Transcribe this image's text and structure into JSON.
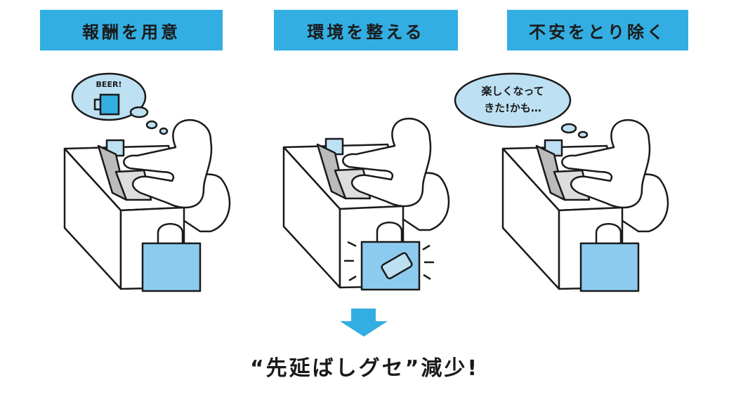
{
  "headers": [
    {
      "label": "報酬を用意"
    },
    {
      "label": "環境を整える"
    },
    {
      "label": "不安をとり除く"
    }
  ],
  "panels": [
    {
      "thought": "BEER!",
      "icon": "beer-mug-icon"
    },
    {
      "icon": "smartphone-in-bag-icon"
    },
    {
      "thought_lines": [
        "楽しくなって",
        "きた!かも…"
      ]
    }
  ],
  "caption": "“先延ばしグセ”減少!",
  "colors": {
    "accent": "#33aee2",
    "light": "#bde0f3",
    "bag": "#8ccbee"
  }
}
